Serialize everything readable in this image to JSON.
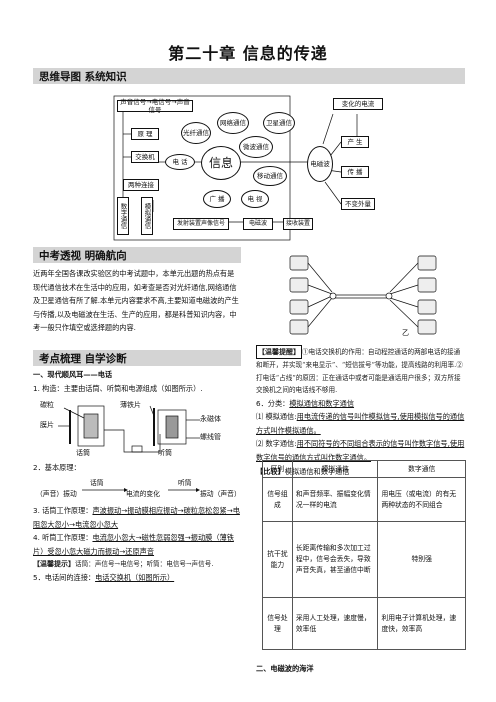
{
  "chapter_title": "第二十章 信息的传递",
  "sections": {
    "mindmap": "思维导图 系统知识",
    "exam": "中考透视 明确航向",
    "review": "考点梳理 自学诊断"
  },
  "mindmap": {
    "top_box": "声音信号→电信号→声音信号",
    "principle": "原 理",
    "exchange": "交换机",
    "connection": "两种连接",
    "digital": "数字通信",
    "analog": "模拟通信",
    "phone": "电 话",
    "center": "信息",
    "optical": "光纤通信",
    "network": "网络通信",
    "satellite": "卫星通信",
    "relay": "微波通信",
    "mobile": "移动通信",
    "broadcast": "广 播",
    "tv": "电 视",
    "em_wave": "电磁波",
    "changing_current": "变化的电流",
    "produce": "产 生",
    "propagate": "传 播",
    "speed": "不变外量",
    "bottom_emit": "发射装置声像信号",
    "bottom_wave": "电磁波",
    "bottom_receive": "接收装置"
  },
  "exam_paragraph": "近两年全国各课改实验区的中考试题中，本单元出题的热点有是现代通信技术在生活中的应用，如考查是否对光纤通信,网络通信及卫星通信有所了解.本单元内容要求不高,主要知道电磁波的产生与传播,以及电磁波在生活、生产的应用，都是科普知识内容，中考一般只作填空或选择题的内容.",
  "left": {
    "h1": "一、现代顺风耳——电话",
    "item1": "1. 构造：主要由话筒、听筒和电源组成（如图所示）.",
    "fig_labels": {
      "carbon": "碳粒",
      "membrane": "膜片",
      "mic": "话筒",
      "iron": "薄铁片",
      "magnet": "永磁体",
      "coil": "螺线管",
      "receiver": "听筒"
    },
    "item2": "2．基本原理：",
    "flow": {
      "sound1": "（声音）振动",
      "mic": "话筒",
      "current": "电流的变化",
      "recv": "听筒",
      "sound2": "振动（声音）"
    },
    "item3_a": "3. 话筒工作原理：",
    "item3_b": "声波振动→振动膜相应振动→碳粒忽松忽紧→电阻忽大忽小→电流忽小忽大",
    "item4_a": "4. 听筒工作原理：",
    "item4_b": "电流忽小忽大→磁性忽弱忽强→振动膜（薄铁片）受忽小忽大磁力而振动→还原声音",
    "tip_label": "【温馨提示】",
    "tip_text": "话筒：声信号→电信号；听筒：电信号→声信号.",
    "item5_a": "5．电话间的连接：",
    "item5_b": "电话交换机（如图所示）"
  },
  "right": {
    "fig_label": "乙",
    "tip_label": "【温馨提醒】",
    "tip_text": "①电话交换机的作用：自动程控通话的两部电话的接通和断开，并实现“来电显示”、“短信拔号”等功能，提高线路的利用率.②打电话“占线”的原因：正在通话中或者可能是通话用户很多；双方所接交换机之间的电话线不够用.",
    "item6_a": "6．分类：",
    "item6_b": "模拟通信和数字通信",
    "p1_a": "⑴ 模拟通信:",
    "p1_b": "用电流传递的信号叫作模拟信号,使用模拟信号的通信方式叫作模拟通信。",
    "p2_a": "⑵ 数字通信:",
    "p2_b": "用不同符号的不同组合表示的信号叫作数字信号,使用数字信号的通信方式叫作数字通信。",
    "compare_label": "【比较】",
    "compare_text": "模拟通信和数字通信",
    "table": {
      "headers": [
        "区别",
        "模拟通信",
        "数字通信"
      ],
      "rows": [
        [
          "信号组成",
          "和声音频率、振幅变化情况一样的电流",
          "用电压（或电流）的有无两种状态的不同组合"
        ],
        [
          "抗干扰能力",
          "长距离传输和多次加工过程中，信号会丢失，导致声音失真，甚至通信中断",
          "特别强"
        ],
        [
          "信号处理",
          "采用人工处理，速度慢，效率低",
          "利用电子计算机处理，速度快，效率高"
        ]
      ]
    },
    "h2": "二、电磁波的海洋"
  }
}
